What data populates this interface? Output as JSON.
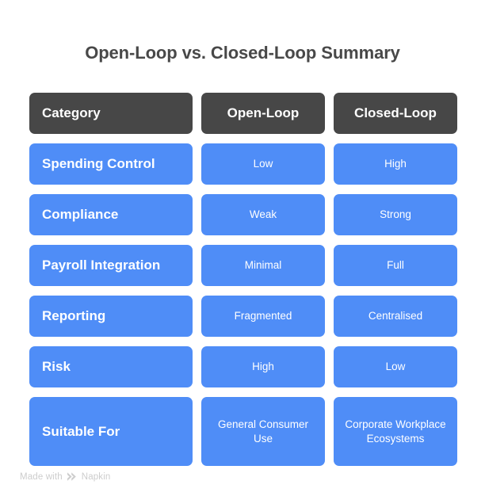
{
  "title": "Open-Loop vs. Closed-Loop Summary",
  "colors": {
    "background": "#ffffff",
    "header_cell": "#474747",
    "body_cell": "#4f8df7",
    "title_text": "#484848",
    "cell_text": "#ffffff",
    "watermark_text": "#cdcdcd"
  },
  "table": {
    "columns": [
      "Category",
      "Open-Loop",
      "Closed-Loop"
    ],
    "rows": [
      {
        "category": "Spending Control",
        "open_loop": "Low",
        "closed_loop": "High"
      },
      {
        "category": "Compliance",
        "open_loop": "Weak",
        "closed_loop": "Strong"
      },
      {
        "category": "Payroll Integration",
        "open_loop": "Minimal",
        "closed_loop": "Full"
      },
      {
        "category": "Reporting",
        "open_loop": "Fragmented",
        "closed_loop": "Centralised"
      },
      {
        "category": "Risk",
        "open_loop": "High",
        "closed_loop": "Low"
      },
      {
        "category": "Suitable For",
        "open_loop": "General Consumer Use",
        "closed_loop": "Corporate Workplace Ecosystems"
      }
    ]
  },
  "watermark": {
    "text": "Made with",
    "brand": "Napkin",
    "logo": "napkin-logo-icon"
  }
}
